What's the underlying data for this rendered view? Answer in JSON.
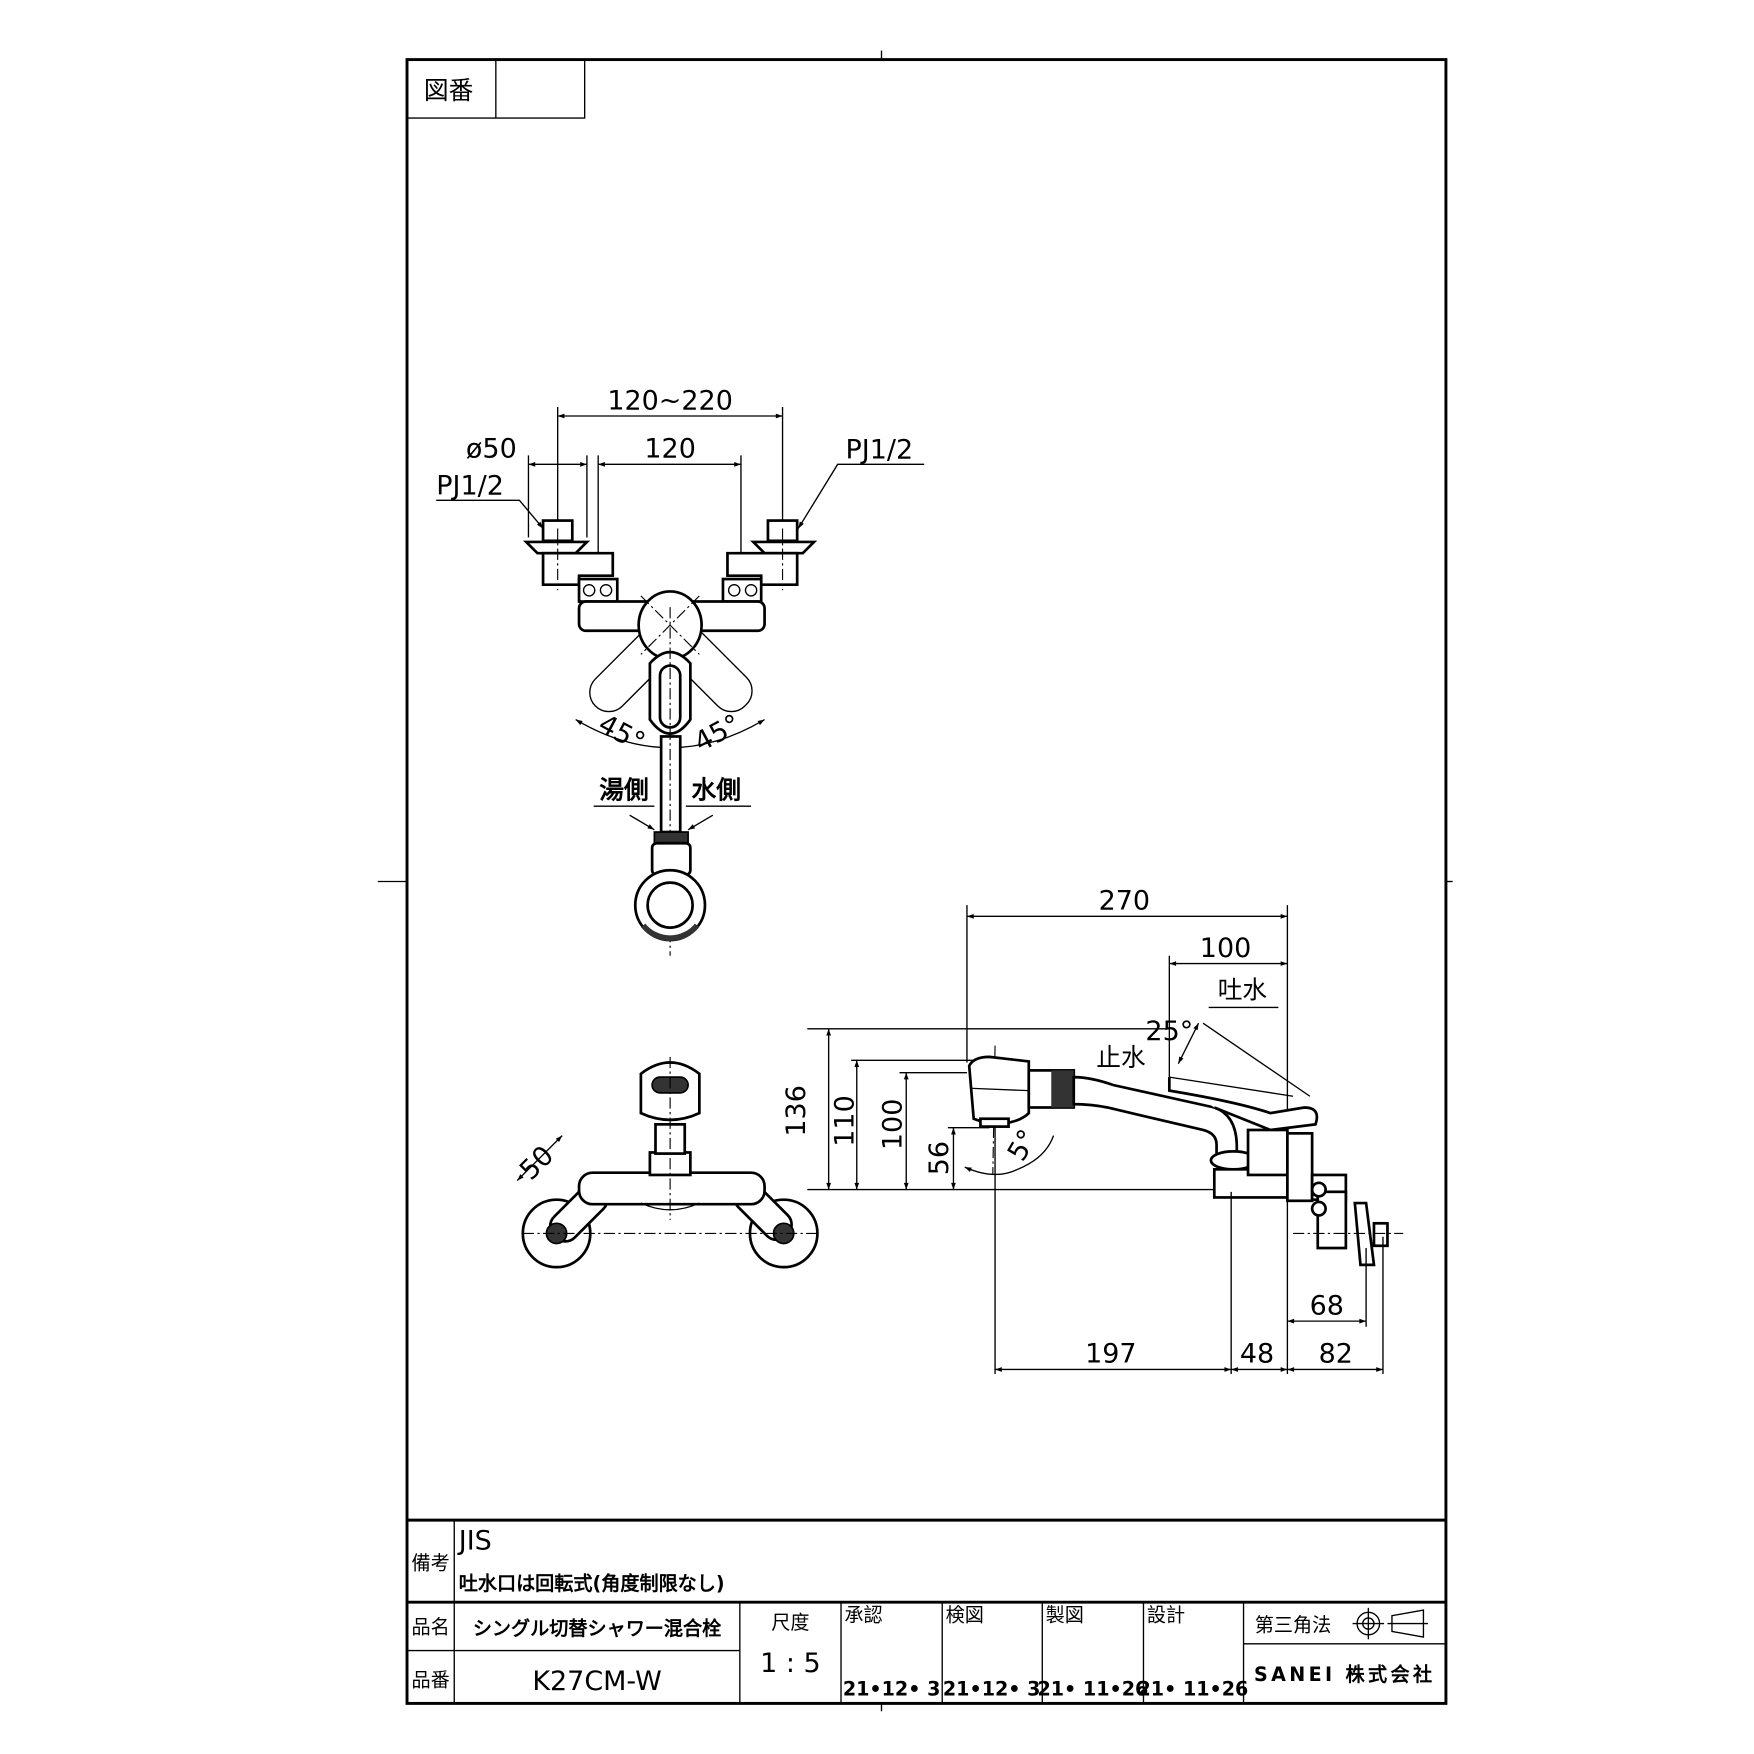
{
  "header": {
    "drawing_number_label": "図番",
    "drawing_number_value": ""
  },
  "top_view": {
    "dim_range": "120~220",
    "dim_diameter": "ø50",
    "dim_center": "120",
    "thread_left": "PJ1/2",
    "thread_right": "PJ1/2",
    "angle_left": "45°",
    "angle_right": "45°",
    "hot_side": "湯側",
    "cold_side": "水側"
  },
  "front_view": {
    "dim_flange": "50"
  },
  "side_view": {
    "dim_total_reach": "270",
    "dim_spout_travel": "100",
    "label_discharge": "吐水",
    "angle_lever": "25°",
    "label_stop": "止水",
    "dim_height_136": "136",
    "dim_height_110": "110",
    "dim_height_100": "100",
    "dim_height_56": "56",
    "angle_head": "5°",
    "dim_197": "197",
    "dim_48": "48",
    "dim_82": "82",
    "dim_68": "68"
  },
  "title_block": {
    "remarks_label": "備考",
    "remarks_line1": "JIS",
    "remarks_line2": "吐水口は回転式(角度制限なし)",
    "name_label": "品名",
    "product_name": "シングル切替シャワー混合栓",
    "number_label": "品番",
    "product_number": "K27CM-W",
    "scale_label": "尺度",
    "scale_value": "1 : 5",
    "approvals": [
      {
        "label": "承認",
        "date": "21•12• 3"
      },
      {
        "label": "検図",
        "date": "21•12• 3"
      },
      {
        "label": "製図",
        "date": "21• 11•26"
      },
      {
        "label": "設計",
        "date": "21• 11•26"
      }
    ],
    "projection_label": "第三角法",
    "company": "SANEI 株式会社"
  }
}
